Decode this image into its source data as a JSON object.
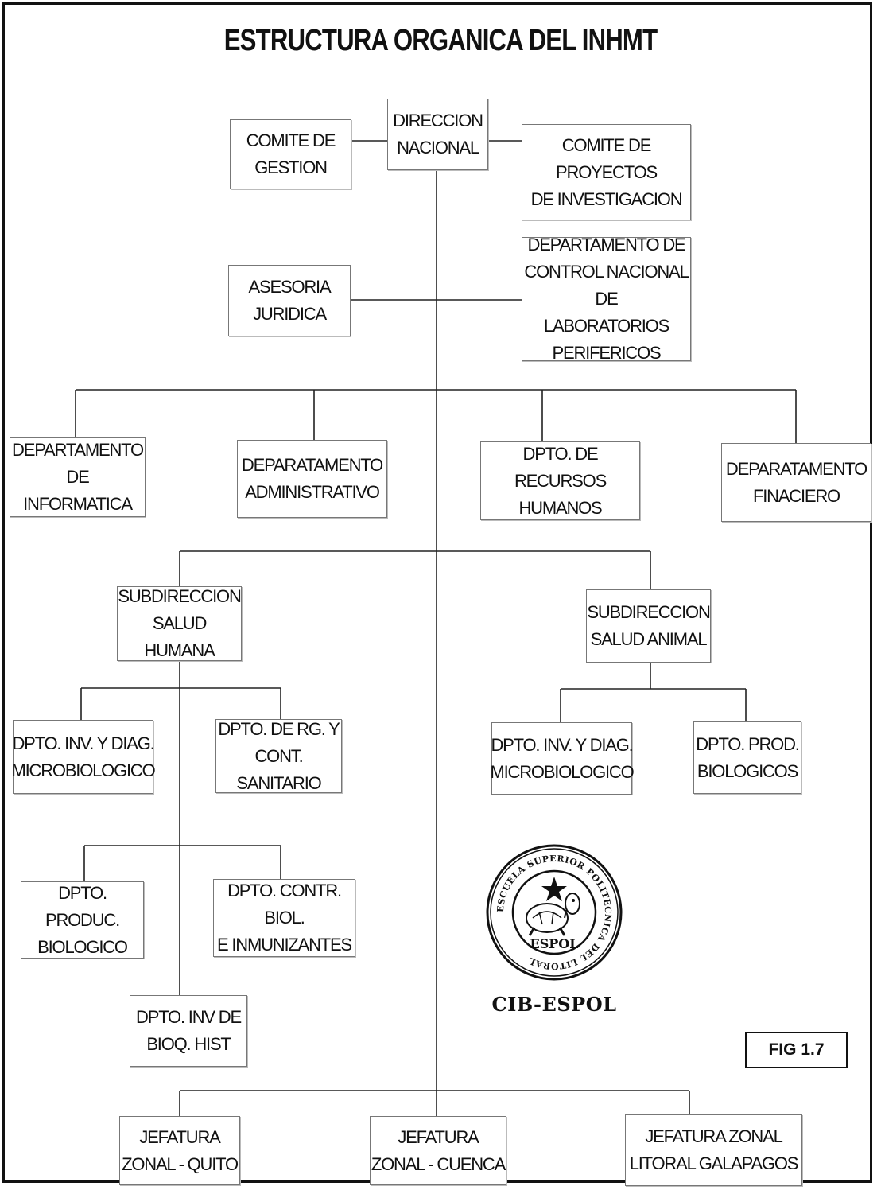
{
  "title": "ESTRUCTURA ORGANICA DEL INHMT",
  "nodes": {
    "direccion": "DIRECCION\nNACIONAL",
    "comite_gestion": "COMITE DE\nGESTION",
    "comite_proyectos": "COMITE DE PROYECTOS\nDE INVESTIGACION",
    "asesoria": "ASESORIA\nJURIDICA",
    "dpto_control": "DEPARTAMENTO DE\nCONTROL NACIONAL DE\nLABORATORIOS\nPERIFERICOS",
    "dpto_informatica": "DEPARTAMENTO\nDE INFORMATICA",
    "dpto_administrativo": "DEPARATAMENTO\nADMINISTRATIVO",
    "dpto_rrhh": "DPTO. DE RECURSOS\nHUMANOS",
    "dpto_financiero": "DEPARATAMENTO\nFINACIERO",
    "sub_humana": "SUBDIRECCION\nSALUD HUMANA",
    "sub_animal": "SUBDIRECCION\nSALUD ANIMAL",
    "h_inv_diag": "DPTO. INV. Y DIAG.\nMICROBIOLOGICO",
    "h_rg_cont": "DPTO. DE RG. Y\nCONT. SANITARIO",
    "a_inv_diag": "DPTO. INV. Y DIAG.\nMICROBIOLOGICO",
    "a_prod_bio": "DPTO. PROD.\nBIOLOGICOS",
    "h_produc_bio": "DPTO. PRODUC.\nBIOLOGICO",
    "h_contr_biol": "DPTO. CONTR. BIOL.\nE INMUNIZANTES",
    "h_inv_bioq": "DPTO. INV DE\nBIOQ. HIST",
    "jef_quito": "JEFATURA\nZONAL - QUITO",
    "jef_cuenca": "JEFATURA\nZONAL - CUENCA",
    "jef_litoral": "JEFATURA ZONAL\nLITORAL GALAPAGOS"
  },
  "seal": {
    "ring_text": "ESCUELA SUPERIOR POLITECNICA DEL LITORAL",
    "center_text": "ESPOL",
    "caption": "CIB-ESPOL"
  },
  "figure_label": "FIG 1.7"
}
